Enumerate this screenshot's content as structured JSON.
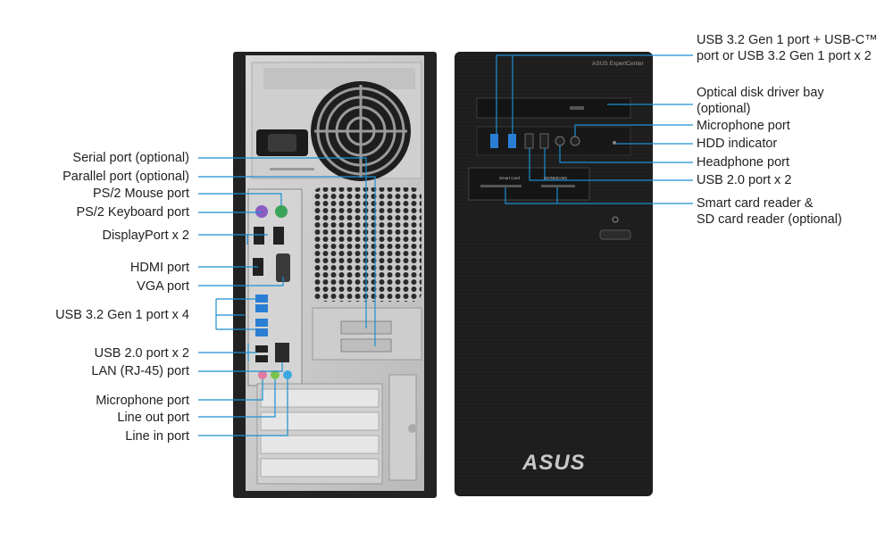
{
  "rear_labels": {
    "serial": "Serial port (optional)",
    "parallel": "Parallel port (optional)",
    "ps2_mouse": "PS/2 Mouse port",
    "ps2_keyboard": "PS/2 Keyboard port",
    "displayport": "DisplayPort  x 2",
    "hdmi": "HDMI port",
    "vga": "VGA port",
    "usb32": "USB 3.2 Gen 1 port x 4",
    "usb20": "USB 2.0 port x 2",
    "lan": "LAN (RJ-45) port",
    "mic": "Microphone port",
    "line_out": "Line out port",
    "line_in": "Line in port"
  },
  "front_labels": {
    "usb_front_line1": "USB 3.2 Gen 1 port + USB-C™",
    "usb_front_line2": "port or USB 3.2 Gen 1 port x 2",
    "odd_line1": "Optical disk driver bay",
    "odd_line2": "(optional)",
    "mic": "Microphone port",
    "hdd": "HDD indicator",
    "headphone": "Headphone port",
    "usb20": "USB 2.0 port x 2",
    "card_line1": "Smart card reader &",
    "card_line2": "SD card reader (optional)"
  },
  "tower": {
    "brand": "ASUS",
    "model": "ASUS ExpertCenter",
    "smart_card_tag": "Smart Card",
    "sd_tag": "SD/MMC/MS"
  },
  "colors": {
    "callout_line": "#1a8fd0",
    "usb3_blue": "#2a7fd4",
    "ps2_mouse_green": "#3aa35a",
    "ps2_keyboard_purple": "#8a5cc2",
    "audio_pink": "#e07aa0",
    "audio_green": "#7cc24a",
    "audio_blue": "#3ca6e0"
  }
}
